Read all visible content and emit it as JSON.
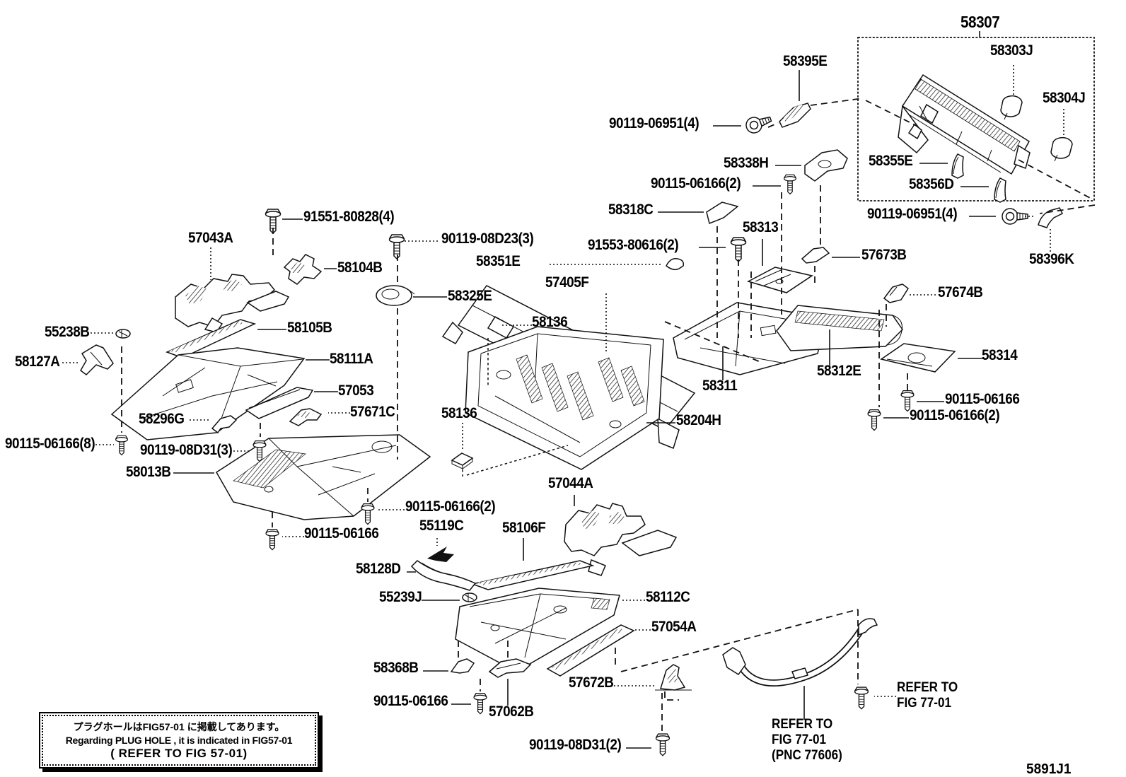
{
  "diagram": {
    "figure_code": "5891J1",
    "assembly_box": {
      "label": "58307"
    },
    "note_box": {
      "line_jp": "プラグホールはFIG57-01 に掲載してあります。",
      "line_en": "Regarding PLUG HOLE , it is indicated in FIG57-01",
      "line_ref": "( REFER TO FIG 57-01)"
    },
    "refer_note_right": {
      "line1": "REFER TO",
      "line2": "FIG 77-01"
    },
    "refer_note_left": {
      "line1": "REFER TO",
      "line2": "FIG 77-01",
      "line3": "(PNC 77606)"
    },
    "part_labels": [
      {
        "text": "58307"
      },
      {
        "text": "58303J"
      },
      {
        "text": "58304J"
      },
      {
        "text": "58395E"
      },
      {
        "text": "90119-06951(4)"
      },
      {
        "text": "58338H"
      },
      {
        "text": "90115-06166(2)"
      },
      {
        "text": "58355E"
      },
      {
        "text": "58356D"
      },
      {
        "text": "90119-06951(4)"
      },
      {
        "text": "58396K"
      },
      {
        "text": "58318C"
      },
      {
        "text": "91553-80616(2)"
      },
      {
        "text": "58313"
      },
      {
        "text": "57673B"
      },
      {
        "text": "58351E"
      },
      {
        "text": "57405F"
      },
      {
        "text": "57674B"
      },
      {
        "text": "91551-80828(4)"
      },
      {
        "text": "57043A"
      },
      {
        "text": "58104B"
      },
      {
        "text": "90119-08D23(3)"
      },
      {
        "text": "58325E"
      },
      {
        "text": "58136"
      },
      {
        "text": "58105B"
      },
      {
        "text": "55238B"
      },
      {
        "text": "58127A"
      },
      {
        "text": "58111A"
      },
      {
        "text": "58314"
      },
      {
        "text": "57053"
      },
      {
        "text": "58312E"
      },
      {
        "text": "57671C"
      },
      {
        "text": "58311"
      },
      {
        "text": "58204H"
      },
      {
        "text": "90115-06166"
      },
      {
        "text": "58296G"
      },
      {
        "text": "90115-06166(8)"
      },
      {
        "text": "90119-08D31(3)"
      },
      {
        "text": "90115-06166(2)"
      },
      {
        "text": "58013B"
      },
      {
        "text": "58136"
      },
      {
        "text": "57044A"
      },
      {
        "text": "90115-06166(2)"
      },
      {
        "text": "55119C"
      },
      {
        "text": "58106F"
      },
      {
        "text": "90115-06166"
      },
      {
        "text": "58128D"
      },
      {
        "text": "55239J"
      },
      {
        "text": "58112C"
      },
      {
        "text": "57054A"
      },
      {
        "text": "58368B"
      },
      {
        "text": "57672B"
      },
      {
        "text": "90115-06166"
      },
      {
        "text": "57062B"
      },
      {
        "text": "90119-08D31(2)"
      }
    ]
  }
}
